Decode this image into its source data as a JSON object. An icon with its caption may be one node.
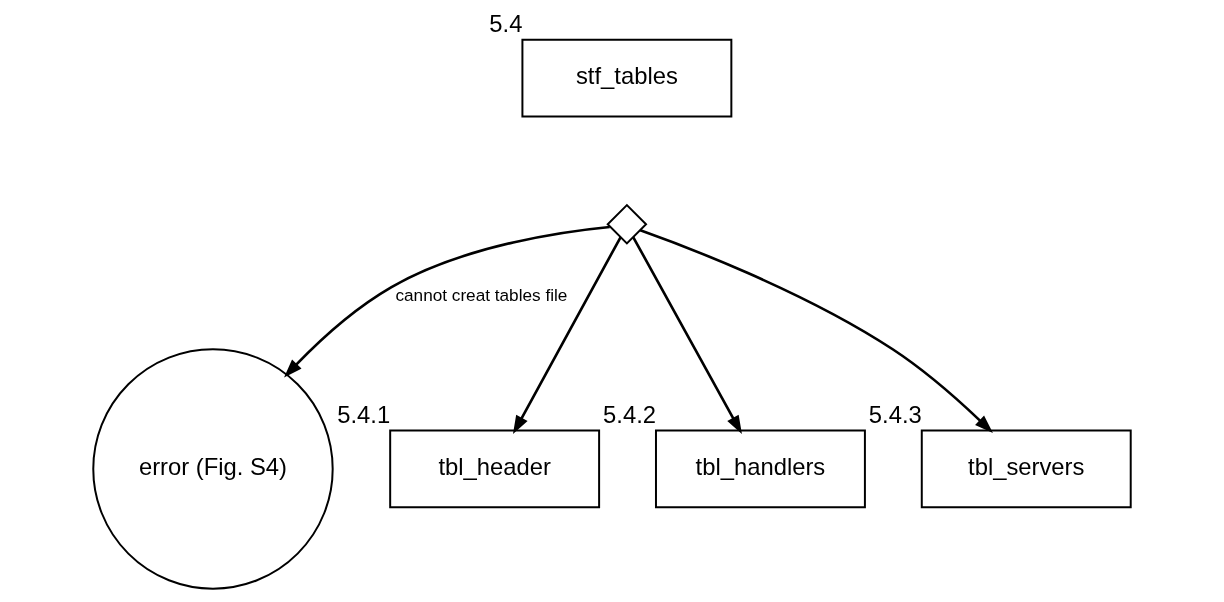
{
  "diagram": {
    "nodes": [
      {
        "text": [
          "stf_tables"
        ],
        "beside": [
          "5.4"
        ]
      },
      {
        "text": [],
        "shape": "diamond"
      },
      {
        "text": [
          "error (Fig. S4)"
        ]
      },
      {
        "text": [
          "tbl_header"
        ],
        "beside": [
          "5.4.1"
        ]
      },
      {
        "text": [
          "tbl_handlers"
        ],
        "beside": [
          "5.4.2"
        ]
      },
      {
        "text": [
          "tbl_servers"
        ],
        "beside": [
          "5.4.3"
        ]
      }
    ],
    "edges": [
      {
        "from": 1,
        "to": 2,
        "arrow": "to",
        "label": "cannot creat tables file"
      },
      {
        "from": 1,
        "to": 3,
        "arrow": "to"
      },
      {
        "from": 1,
        "to": 4,
        "arrow": "to"
      },
      {
        "from": 1,
        "to": 5,
        "arrow": "to"
      }
    ]
  }
}
